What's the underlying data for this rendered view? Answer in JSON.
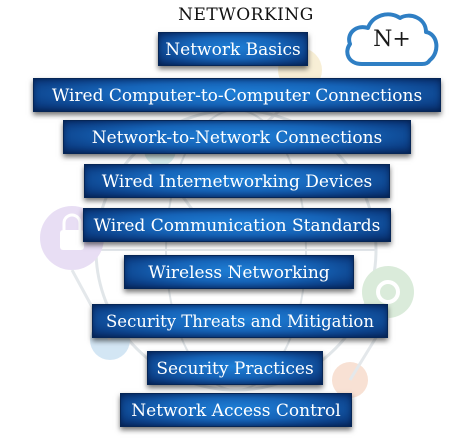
{
  "title": "NETWORKING",
  "badge": {
    "label": "N+",
    "icon": "cloud-icon"
  },
  "topics": [
    "Network Basics",
    "Wired Computer-to-Computer Connections",
    "Network-to-Network Connections",
    "Wired Internetworking Devices",
    "Wired Communication Standards",
    "Wireless Networking",
    "Security Threats and Mitigation",
    "Security Practices",
    "Network Access Control"
  ],
  "colors": {
    "box_center": "#1e7fd6",
    "box_edge": "#082d66",
    "box_text": "#ffffff",
    "cloud_stroke": "#2f7fc4"
  }
}
